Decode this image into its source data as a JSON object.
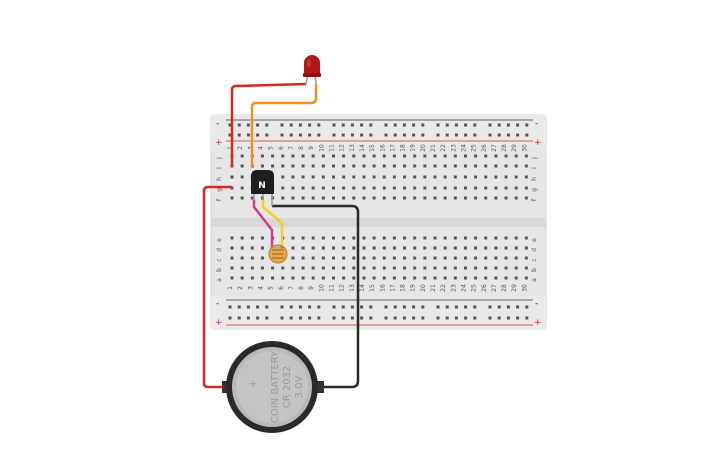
{
  "breadboard": {
    "columns": [
      "1",
      "2",
      "3",
      "4",
      "5",
      "6",
      "7",
      "8",
      "9",
      "10",
      "11",
      "12",
      "13",
      "14",
      "15",
      "16",
      "17",
      "18",
      "19",
      "20",
      "21",
      "22",
      "23",
      "24",
      "25",
      "26",
      "27",
      "28",
      "29",
      "30"
    ],
    "top_rows": [
      "j",
      "i",
      "h",
      "g",
      "f"
    ],
    "bottom_rows": [
      "e",
      "d",
      "c",
      "b",
      "a"
    ],
    "rail_minus": "-",
    "rail_plus": "+"
  },
  "transistor": {
    "label": "N"
  },
  "battery": {
    "line1": "COIN BATTERY",
    "line2": "CR 2032",
    "line3": "3.0V",
    "plus_symbol": "+"
  },
  "colors": {
    "wire_red": "#d42a1e",
    "wire_orange": "#f0901e",
    "wire_pink": "#d43a8c",
    "wire_yellow": "#f2d21e",
    "wire_black": "#2a2a2a",
    "board": "#e4e4e4",
    "led": "#b21616"
  }
}
